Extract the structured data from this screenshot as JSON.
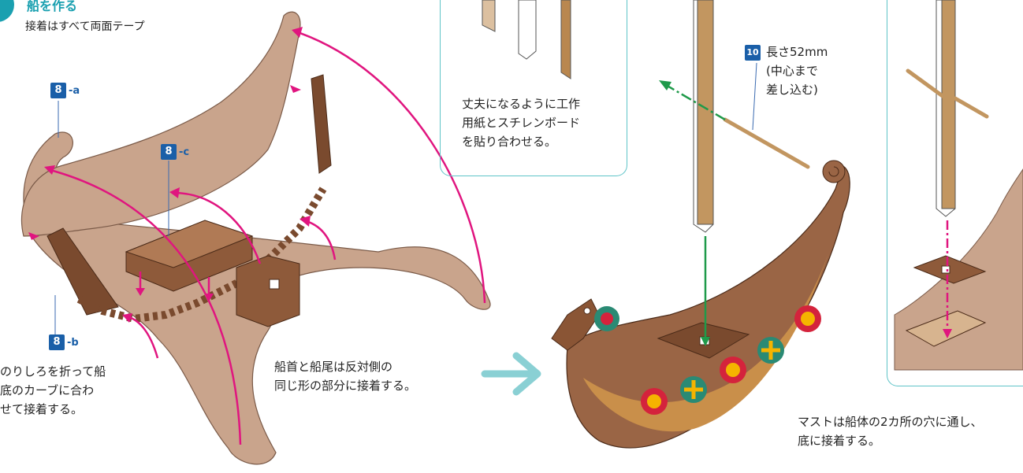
{
  "title": "船を作る",
  "subtitle": "接着はすべて両面テープ",
  "parts": {
    "a": {
      "num": "8",
      "suffix": "-a"
    },
    "b": {
      "num": "8",
      "suffix": "-b"
    },
    "c": {
      "num": "8",
      "suffix": "-c"
    },
    "mast": {
      "num": "10",
      "label": "長さ52mm\n(中心まで\n差し込む)"
    }
  },
  "captions": {
    "left_note": "のりしろを折って船\n底のカーブに合わ\nせて接着する。",
    "center_note": "船首と船尾は反対側の\n同じ形の部分に接着する。",
    "top_box_note": "丈夫になるように工作\n用紙とスチレンボード\nを貼り合わせる。",
    "right_note": "マストは船体の2カ所の穴に通し、\n底に接着する。"
  },
  "colors": {
    "cardboard": "#c9a48c",
    "dark_brown": "#7a4a2e",
    "magenta": "#e0157f",
    "green": "#1f9a4a",
    "teal": "#5fc4c8",
    "blue": "#1a5fa8",
    "shield_red": "#d4233c",
    "shield_yellow": "#f5b400",
    "shield_green": "#2a8a74"
  }
}
